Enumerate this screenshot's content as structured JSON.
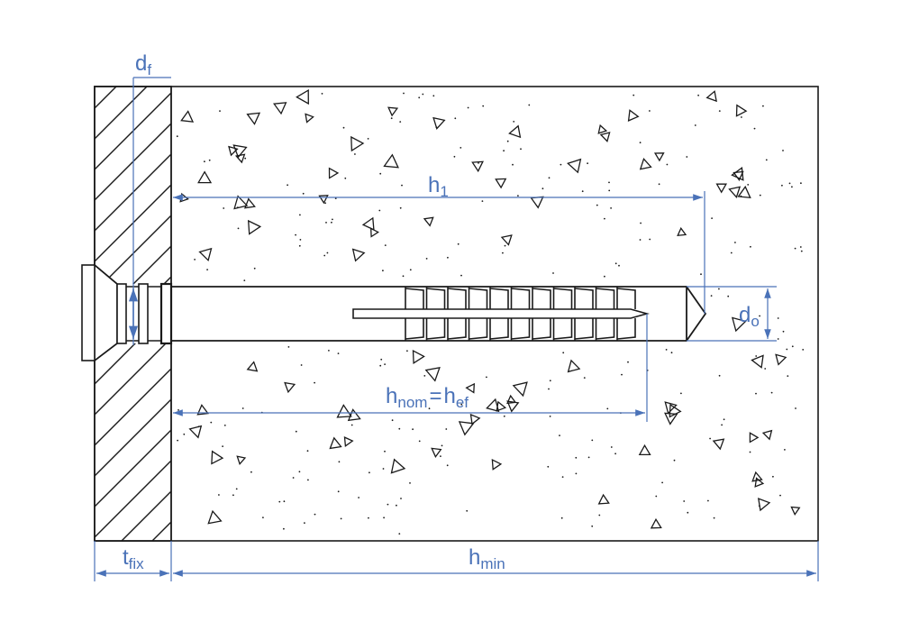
{
  "colors": {
    "dimension": "#4a72b8",
    "line": "#1a1a1a"
  },
  "labels": {
    "df": {
      "main": "d",
      "sub": "f"
    },
    "h1": {
      "main": "h",
      "sub": "1"
    },
    "do": {
      "main": "d",
      "sub": "o"
    },
    "hnom": {
      "main": "h",
      "sub": "nom",
      "eq": "=",
      "main2": "h",
      "sub2": "ef"
    },
    "tfix": {
      "main": "t",
      "sub": "fix"
    },
    "hmin": {
      "main": "h",
      "sub": "min"
    }
  }
}
